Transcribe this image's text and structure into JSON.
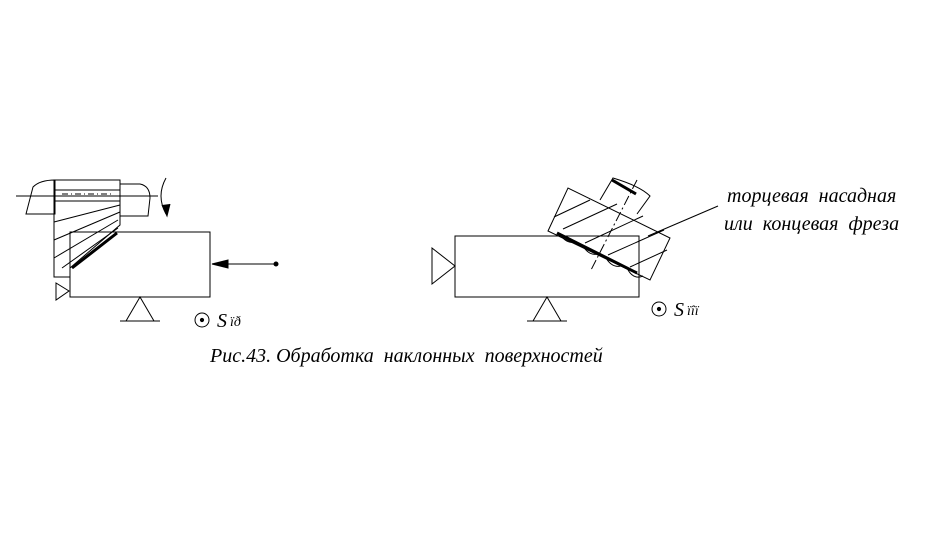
{
  "figure": {
    "caption": "Рис.43. Обработка  наклонных  поверхностей",
    "left_feed_label": {
      "s": "S",
      "sub": "ïð"
    },
    "right_feed_label": {
      "s": "S",
      "sub": "ïîï"
    },
    "callout_line1": "торцевая  насадная",
    "callout_line2": "или  концевая  фреза"
  },
  "colors": {
    "line": "#000000",
    "background": "#ffffff"
  }
}
